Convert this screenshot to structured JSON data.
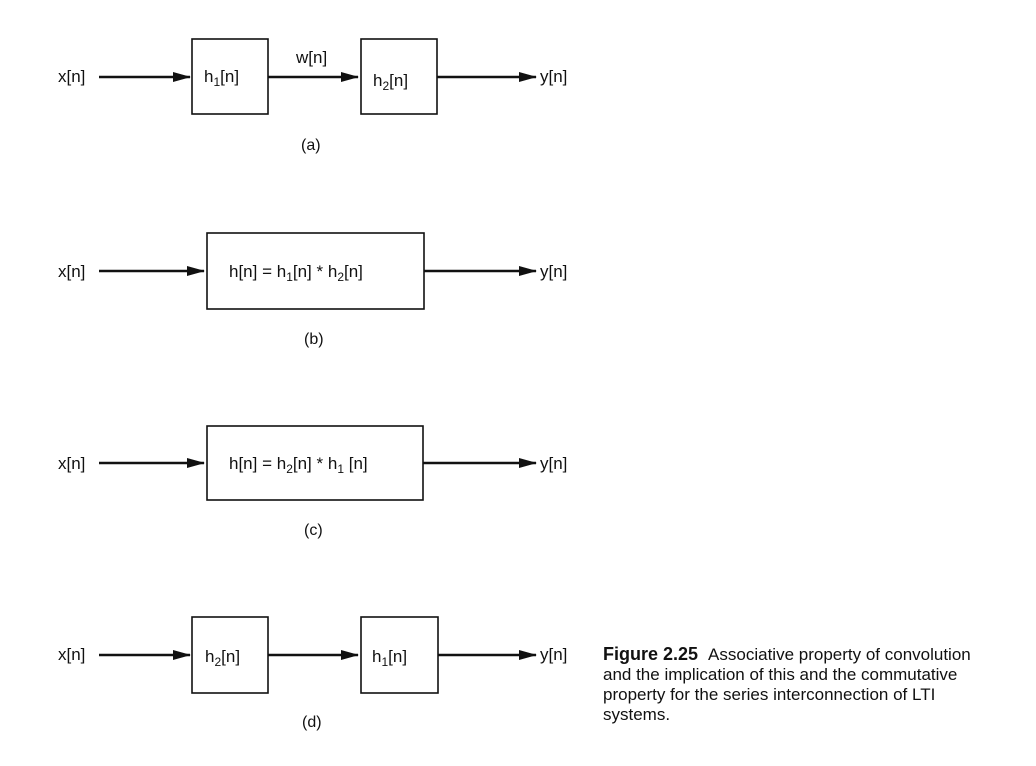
{
  "signals": {
    "input": "x[n]",
    "output": "y[n]",
    "intermediate": "w[n]"
  },
  "panels": {
    "a": {
      "label": "(a)",
      "box1": {
        "base": "h",
        "sub": "1",
        "tail": "[n]"
      },
      "box2": {
        "base": "h",
        "sub": "2",
        "tail": "[n]"
      }
    },
    "b": {
      "label": "(b)",
      "box": {
        "p1": "h[n] = h",
        "s1": "1",
        "p2": "[n] ",
        "op": "*",
        "p3": " h",
        "s2": "2",
        "p4": "[n]"
      }
    },
    "c": {
      "label": "(c)",
      "box": {
        "p1": "h[n] = h",
        "s1": "2",
        "p2": "[n] ",
        "op": "*",
        "p3": " h",
        "s2": "1",
        "p4": " [n]"
      }
    },
    "d": {
      "label": "(d)",
      "box1": {
        "base": "h",
        "sub": "2",
        "tail": "[n]"
      },
      "box2": {
        "base": "h",
        "sub": "1",
        "tail": "[n]"
      }
    }
  },
  "caption": {
    "figure": "Figure 2.25",
    "text": "Associative property of convolution and the implication of this and the commutative property for the series interconnection of LTI systems."
  }
}
